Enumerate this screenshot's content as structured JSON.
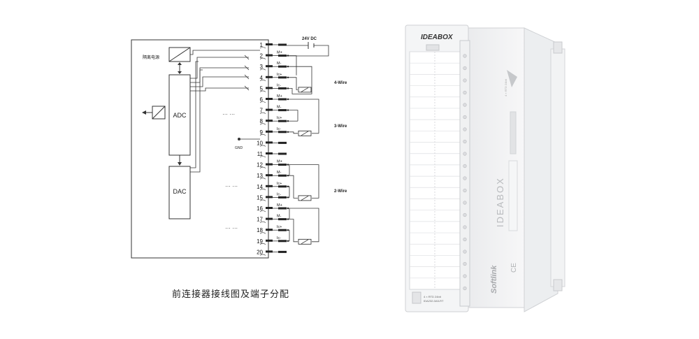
{
  "diagram": {
    "isolated_power_label": "隔离电源",
    "adc_label": "ADC",
    "dac_label": "DAC",
    "supply_label": "24V DC",
    "gnd_label": "GND",
    "dots": "… …",
    "terminal_numbers": [
      "1",
      "2",
      "3",
      "4",
      "5",
      "6",
      "7",
      "8",
      "9",
      "10",
      "11",
      "12",
      "13",
      "14",
      "15",
      "16",
      "17",
      "18",
      "19",
      "20"
    ],
    "terminal_signals": {
      "2": "M+",
      "3": "M-",
      "4": "Ic+",
      "5": "Ic-",
      "6": "M+",
      "7": "M-",
      "8": "Ic+",
      "9": "Ic-",
      "12": "M+",
      "13": "M-",
      "14": "Ic+",
      "15": "Ic-",
      "16": "M+",
      "17": "M-",
      "18": "Ic+",
      "19": "Ic-"
    },
    "wire_labels": {
      "four_wire": "4-Wire",
      "three_wire": "3-Wire",
      "two_wire": "2-Wire"
    },
    "caption": "前连接器接线图及端子分配"
  },
  "device": {
    "brand_top": "IDEABOX",
    "brand_side": "IDEABOX",
    "maker": "Softlink",
    "module_name": "4 × RTD 24bit",
    "part_number": "IDA232-0A5-RT",
    "side_model": "4 × RTD 24bit",
    "ce_mark": "CE"
  }
}
